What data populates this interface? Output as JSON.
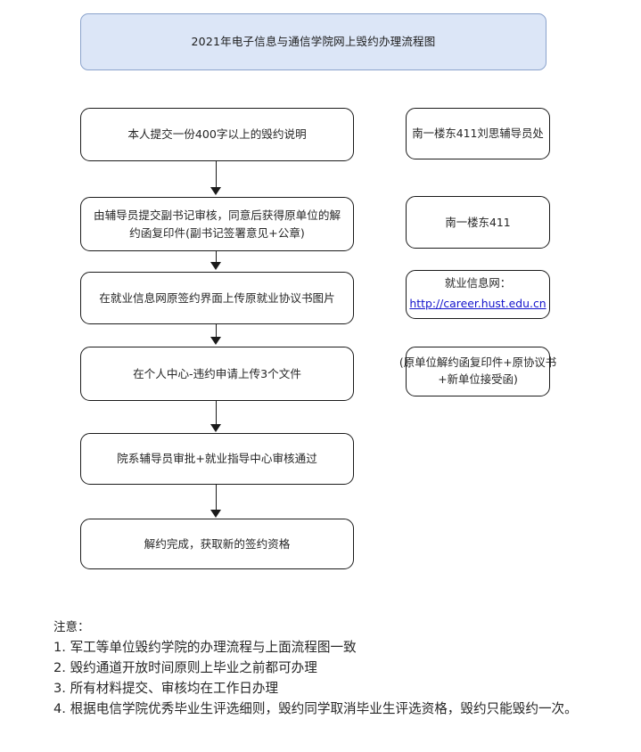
{
  "title": {
    "text": "2021年电子信息与通信学院网上毁约办理流程图",
    "fill_color": "#dce6f7",
    "border_color": "#8ba3cc"
  },
  "flow": {
    "steps": [
      {
        "label": "本人提交一份400字以上的毁约说明"
      },
      {
        "label": "由辅导员提交副书记审核，同意后获得原单位的解约函复印件(副书记签署意见+公章)"
      },
      {
        "label": "在就业信息网原签约界面上传原就业协议书图片"
      },
      {
        "label": "在个人中心-违约申请上传3个文件"
      },
      {
        "label": "院系辅导员审批+就业指导中心审核通过"
      },
      {
        "label": "解约完成，获取新的签约资格"
      }
    ]
  },
  "annotations": [
    {
      "label": "南一楼东411刘思辅导员处"
    },
    {
      "label": "南一楼东411"
    },
    {
      "label": "就业信息网：",
      "link_text": "http://career.hust.edu.cn",
      "link_color": "#1414cc"
    },
    {
      "line1": "(原单位解约函复印件+原协议书",
      "line2": "+新单位接受函)"
    }
  ],
  "notes": {
    "heading": "注意：",
    "items": [
      {
        "num": "1.",
        "text": "军工等单位毁约学院的办理流程与上面流程图一致"
      },
      {
        "num": "2.",
        "text": "毁约通道开放时间原则上毕业之前都可办理"
      },
      {
        "num": "3.",
        "text": "所有材料提交、审核均在工作日办理"
      },
      {
        "num": "4.",
        "text": "根据电信学院优秀毕业生评选细则，毁约同学取消毕业生评选资格，毁约只能毁约一次。"
      }
    ]
  }
}
